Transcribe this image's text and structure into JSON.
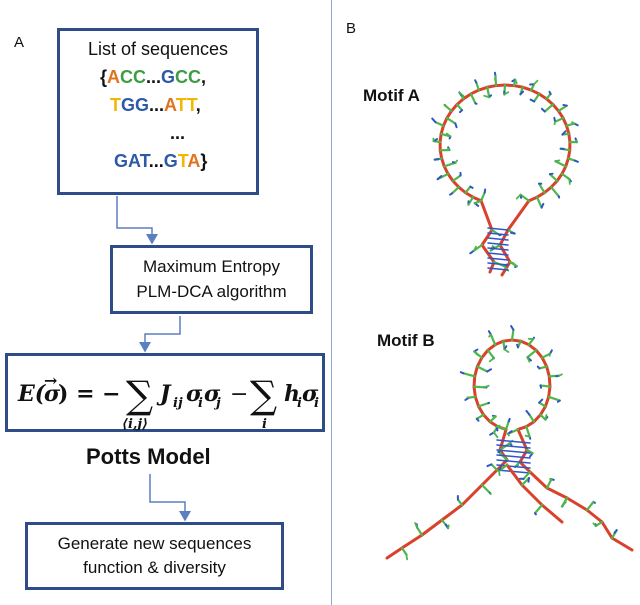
{
  "panel_a": {
    "label": "A"
  },
  "panel_b": {
    "label": "B"
  },
  "sequence_box": {
    "title": "List of sequences",
    "lines": [
      [
        {
          "t": "{",
          "c": "black"
        },
        {
          "t": "A",
          "c": "orange"
        },
        {
          "t": "C",
          "c": "green"
        },
        {
          "t": "C",
          "c": "green"
        },
        {
          "t": "...",
          "c": "black"
        },
        {
          "t": "G",
          "c": "blue"
        },
        {
          "t": "C",
          "c": "green"
        },
        {
          "t": "C",
          "c": "green"
        },
        {
          "t": ",",
          "c": "black"
        }
      ],
      [
        {
          "t": "T",
          "c": "yellow"
        },
        {
          "t": "G",
          "c": "blue"
        },
        {
          "t": "G",
          "c": "blue"
        },
        {
          "t": "...",
          "c": "black"
        },
        {
          "t": "A",
          "c": "orange"
        },
        {
          "t": "T",
          "c": "yellow"
        },
        {
          "t": "T",
          "c": "yellow"
        },
        {
          "t": ",",
          "c": "black"
        }
      ],
      [
        {
          "t": "...",
          "c": "black"
        }
      ],
      [
        {
          "t": "G",
          "c": "blue"
        },
        {
          "t": "A",
          "c": "blue"
        },
        {
          "t": "T",
          "c": "blue"
        },
        {
          "t": "...",
          "c": "black"
        },
        {
          "t": "G",
          "c": "blue"
        },
        {
          "t": "T",
          "c": "yellow"
        },
        {
          "t": "A",
          "c": "orange"
        },
        {
          "t": "}",
          "c": "black"
        }
      ]
    ]
  },
  "algorithm_box": {
    "line1": "Maximum Entropy",
    "line2": "PLM-DCA algorithm"
  },
  "equation": {
    "lhs": "E(σ) = −",
    "sum1_sub": "⟨i,j⟩",
    "term1": "J",
    "term1_sub": "ij",
    "term1_rest": "σ",
    "mid": "−",
    "sum2_sub": "i",
    "term2": "h",
    "arrow": "→"
  },
  "potts_label": "Potts Model",
  "generate_box": {
    "line1": "Generate new sequences",
    "line2": "function & diversity"
  },
  "motif_a_label": "Motif A",
  "motif_b_label": "Motif B",
  "colors": {
    "box_border": "#2e4d88",
    "arrow": "#5b7fc0",
    "orange": "#e0741c",
    "green": "#3f9b44",
    "blue": "#2c5aa6",
    "yellow": "#f2b705",
    "rna_red": "#d9412b",
    "rna_green": "#4db84a",
    "rna_blue": "#2f55c9"
  }
}
